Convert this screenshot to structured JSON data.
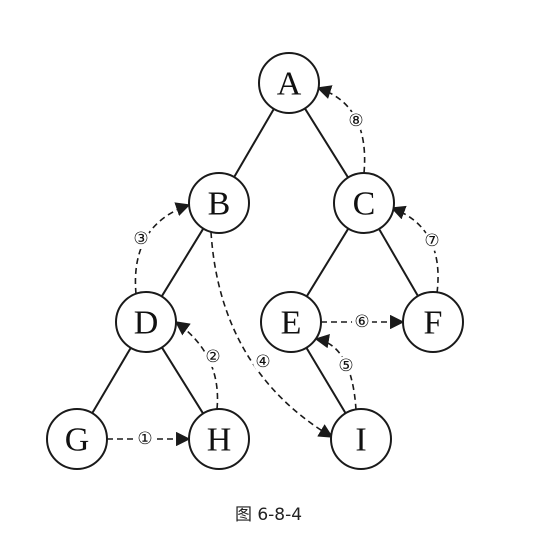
{
  "nodes": [
    {
      "id": "A",
      "label": "A"
    },
    {
      "id": "B",
      "label": "B"
    },
    {
      "id": "C",
      "label": "C"
    },
    {
      "id": "D",
      "label": "D"
    },
    {
      "id": "E",
      "label": "E"
    },
    {
      "id": "F",
      "label": "F"
    },
    {
      "id": "G",
      "label": "G"
    },
    {
      "id": "H",
      "label": "H"
    },
    {
      "id": "I",
      "label": "I"
    }
  ],
  "edges": [
    {
      "from": "A",
      "to": "B"
    },
    {
      "from": "A",
      "to": "C"
    },
    {
      "from": "B",
      "to": "D"
    },
    {
      "from": "C",
      "to": "E"
    },
    {
      "from": "C",
      "to": "F"
    },
    {
      "from": "D",
      "to": "G"
    },
    {
      "from": "D",
      "to": "H"
    },
    {
      "from": "E",
      "to": "I"
    }
  ],
  "threads": [
    {
      "from": "G",
      "to": "H",
      "label": "①"
    },
    {
      "from": "H",
      "to": "D",
      "label": "②"
    },
    {
      "from": "D",
      "to": "B",
      "label": "③"
    },
    {
      "from": "B",
      "to": "I",
      "label": "④"
    },
    {
      "from": "I",
      "to": "E",
      "label": "⑤"
    },
    {
      "from": "E",
      "to": "F",
      "label": "⑥"
    },
    {
      "from": "F",
      "to": "C",
      "label": "⑦"
    },
    {
      "from": "C",
      "to": "A",
      "label": "⑧"
    }
  ],
  "caption": "图 6-8-4"
}
